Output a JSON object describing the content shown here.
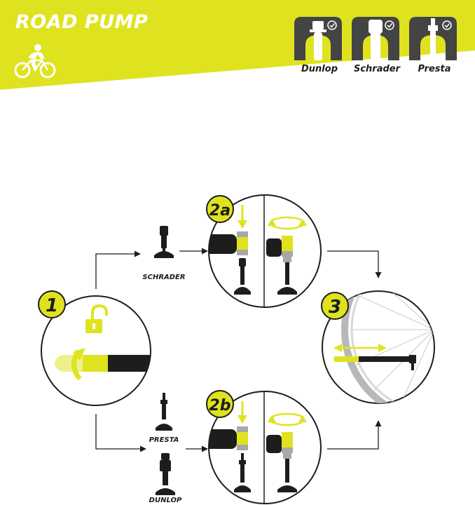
{
  "header": {
    "title": "ROAD PUMP",
    "accent_color": "#dfe31f",
    "valve_types": [
      {
        "label": "Dunlop",
        "icon": "dunlop-valve-icon",
        "checked": true
      },
      {
        "label": "Schrader",
        "icon": "schrader-valve-icon",
        "checked": true
      },
      {
        "label": "Presta",
        "icon": "presta-valve-icon",
        "checked": true
      }
    ]
  },
  "steps": {
    "step1": {
      "badge": "1",
      "icon": "unlock-icon"
    },
    "step2a": {
      "badge": "2a",
      "valve_label": "SCHRADER"
    },
    "step2b": {
      "badge": "2b",
      "valve_labels": [
        "PRESTA",
        "DUNLOP"
      ]
    },
    "step3": {
      "badge": "3",
      "icon": "wheel-icon"
    }
  }
}
